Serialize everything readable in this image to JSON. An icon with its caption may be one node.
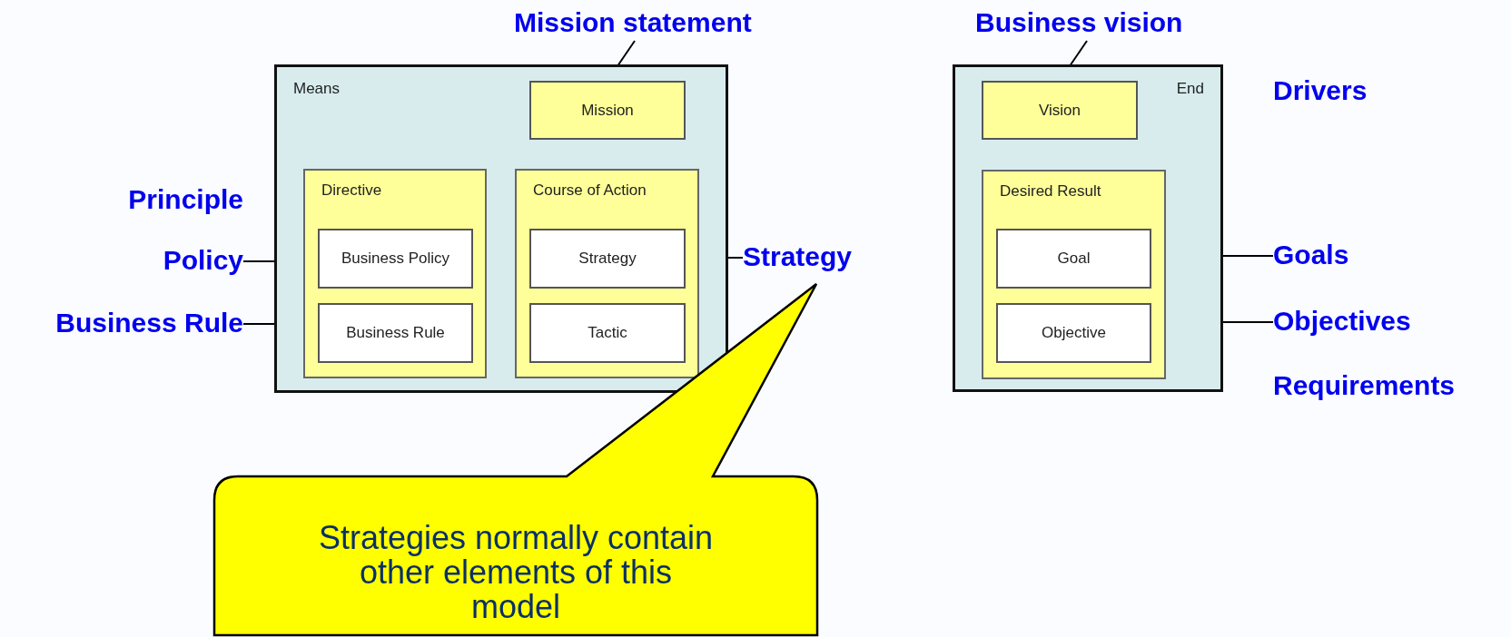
{
  "diagram": {
    "nodes": [
      {
        "text": [
          "Means"
        ]
      },
      {
        "text": [
          "Mission"
        ],
        "in": 0
      },
      {
        "text": [
          "Directive"
        ],
        "in": 0
      },
      {
        "text": [
          "Business Policy"
        ],
        "in": 2
      },
      {
        "text": [
          "Business Rule"
        ],
        "in": 2
      },
      {
        "text": [
          "Course of Action"
        ],
        "in": 0
      },
      {
        "text": [
          "Strategy"
        ],
        "in": 5
      },
      {
        "text": [
          "Tactic"
        ],
        "in": 5
      },
      {
        "text": [
          "End"
        ]
      },
      {
        "text": [
          "Vision"
        ],
        "in": 8
      },
      {
        "text": [
          "Desired Result"
        ],
        "in": 8
      },
      {
        "text": [
          "Goal"
        ],
        "in": 10
      },
      {
        "text": [
          "Objective"
        ],
        "in": 10
      },
      {
        "text": [
          "Mission statement"
        ]
      },
      {
        "text": [
          "Business vision"
        ]
      },
      {
        "text": [
          "Policy"
        ]
      },
      {
        "text": [
          "Business Rule"
        ]
      },
      {
        "text": [
          "Strategy"
        ]
      },
      {
        "text": [
          "Goals"
        ]
      },
      {
        "text": [
          "Objectives"
        ]
      },
      {
        "text": [
          "Strategies normally contain other elements of this model"
        ]
      }
    ],
    "edges": [
      {
        "from": 13,
        "to": 1,
        "arrow": "none"
      },
      {
        "from": 14,
        "to": 9,
        "arrow": "none"
      },
      {
        "from": 15,
        "to": 3,
        "arrow": "none"
      },
      {
        "from": 16,
        "to": 4,
        "arrow": "none"
      },
      {
        "from": 6,
        "to": 17,
        "arrow": "none"
      },
      {
        "from": 11,
        "to": 18,
        "arrow": "none"
      },
      {
        "from": 12,
        "to": 19,
        "arrow": "none"
      }
    ],
    "labels": [
      "Principle",
      "Drivers",
      "Requirements"
    ]
  }
}
